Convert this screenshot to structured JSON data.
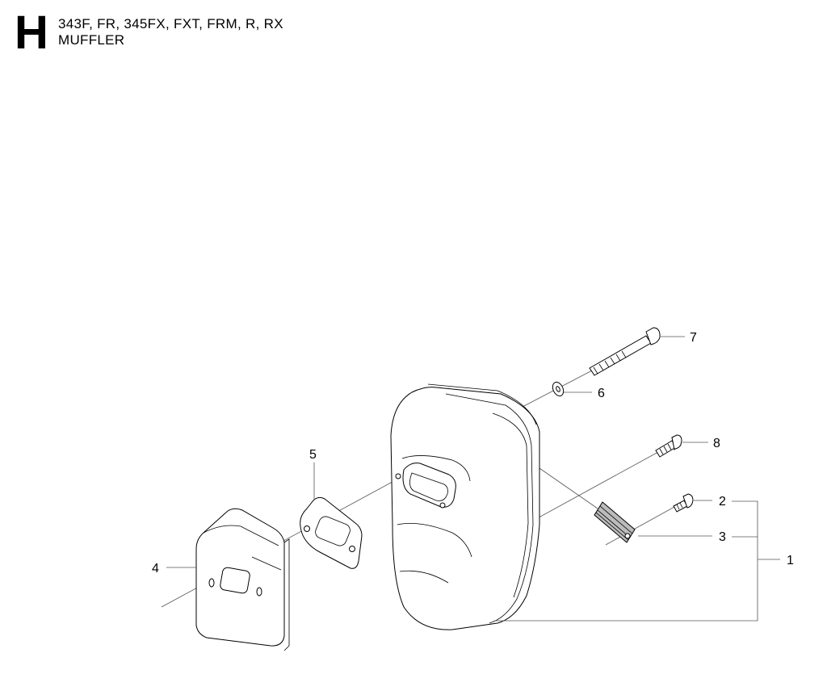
{
  "header": {
    "section_letter": "H",
    "models": "343F, FR, 345FX, FXT, FRM, R, RX",
    "title": "MUFFLER"
  },
  "callouts": [
    {
      "id": "1",
      "label": "1"
    },
    {
      "id": "2",
      "label": "2"
    },
    {
      "id": "3",
      "label": "3"
    },
    {
      "id": "4",
      "label": "4"
    },
    {
      "id": "5",
      "label": "5"
    },
    {
      "id": "6",
      "label": "6"
    },
    {
      "id": "7",
      "label": "7"
    },
    {
      "id": "8",
      "label": "8"
    }
  ]
}
